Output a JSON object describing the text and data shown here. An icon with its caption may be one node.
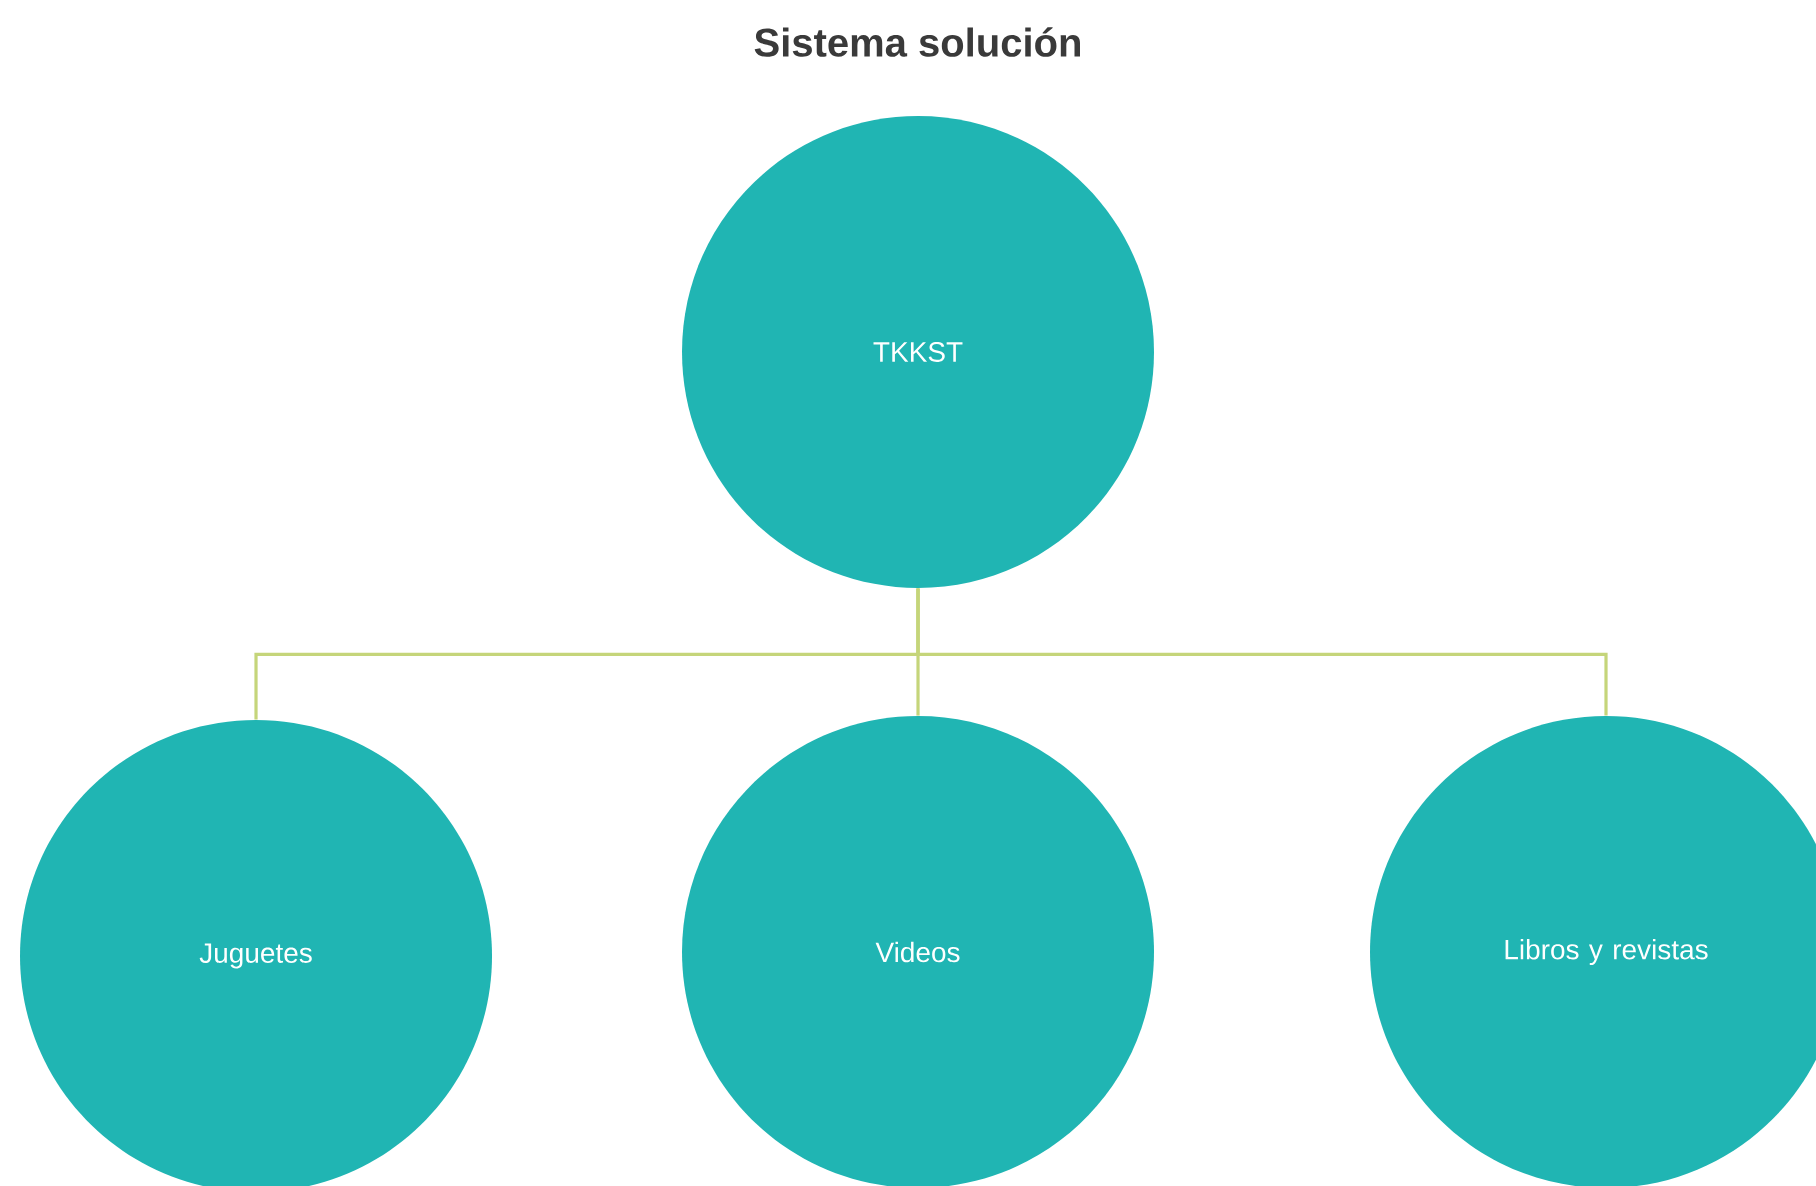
{
  "diagram": {
    "title": "Sistema solución",
    "nodes": [
      {
        "text": [
          "TKKST"
        ]
      },
      {
        "text": [
          "Juguetes"
        ]
      },
      {
        "text": [
          "Videos"
        ]
      },
      {
        "text": [
          "Libros y revistas"
        ]
      }
    ],
    "edges": [
      {
        "from": 0,
        "to": 1,
        "arrow": "none"
      },
      {
        "from": 0,
        "to": 2,
        "arrow": "none"
      },
      {
        "from": 0,
        "to": 3,
        "arrow": "none"
      }
    ]
  }
}
